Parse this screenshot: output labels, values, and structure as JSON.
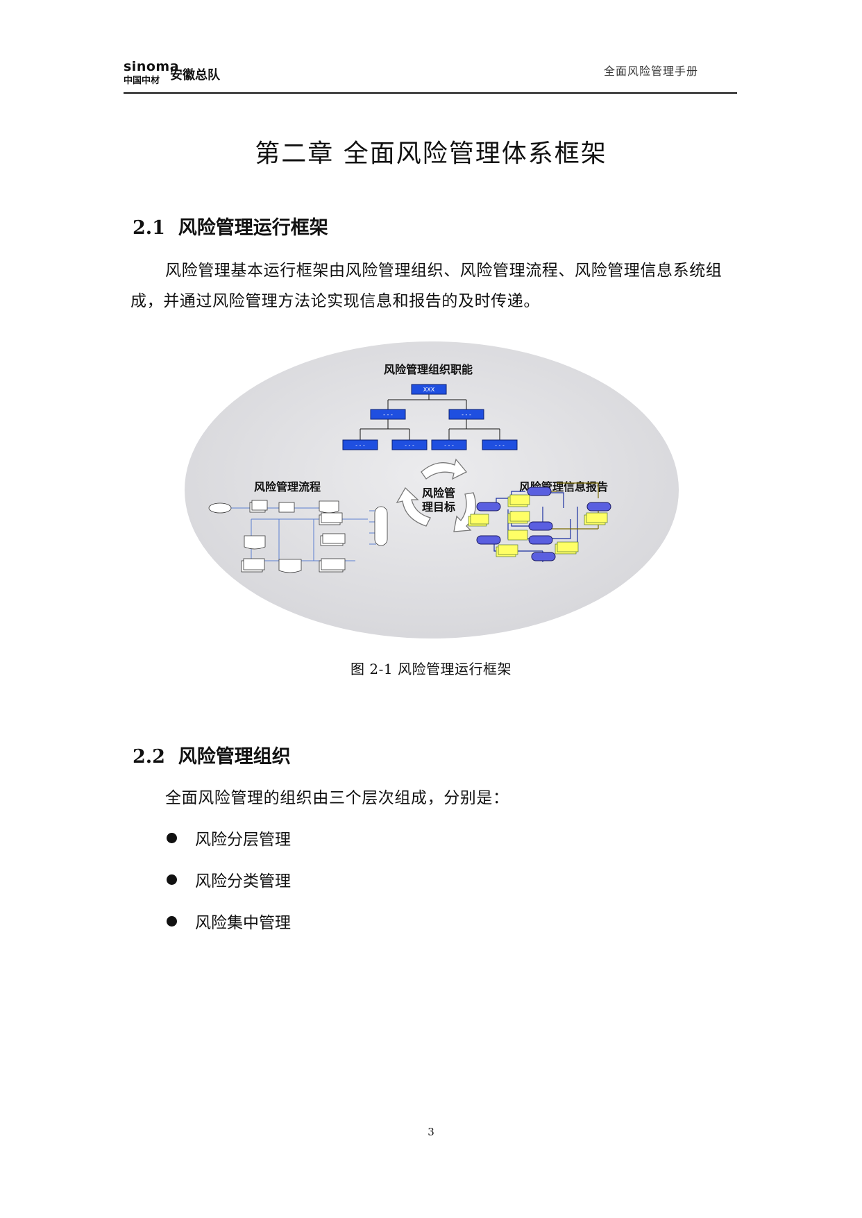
{
  "header": {
    "logo_brand": "sinoma",
    "logo_cn": "中国中材",
    "logo_unit": "安徽总队",
    "doc_title": "全面风险管理手册"
  },
  "chapter": {
    "title": "第二章  全面风险管理体系框架"
  },
  "section_1": {
    "number": "2.1",
    "title": "风险管理运行框架",
    "paragraph": "风险管理基本运行框架由风险管理组织、风险管理流程、风险管理信息系统组成，并通过风险管理方法论实现信息和报告的及时传递。"
  },
  "figure": {
    "org_title": "风险管理组织职能",
    "org_root": "XXX",
    "org_level2": [
      "- - -",
      "- - -"
    ],
    "org_level3": [
      "- - -",
      "- - -",
      "- - -",
      "- - -"
    ],
    "process_title": "风险管理流程",
    "center_line1": "风险管",
    "center_line2": "理目标",
    "info_title": "风险管理信息报告",
    "caption": "图 2-1  风险管理运行框架",
    "colors": {
      "ellipse": "#dcdcdf",
      "node_fill": "#1f4fe0",
      "node_stroke": "#0b1f70",
      "note_fill": "#ffff66"
    }
  },
  "section_2": {
    "number": "2.2",
    "title": "风险管理组织",
    "intro": "全面风险管理的组织由三个层次组成，分别是：",
    "bullets": [
      "风险分层管理",
      "风险分类管理",
      "风险集中管理"
    ]
  },
  "page_number": "3"
}
